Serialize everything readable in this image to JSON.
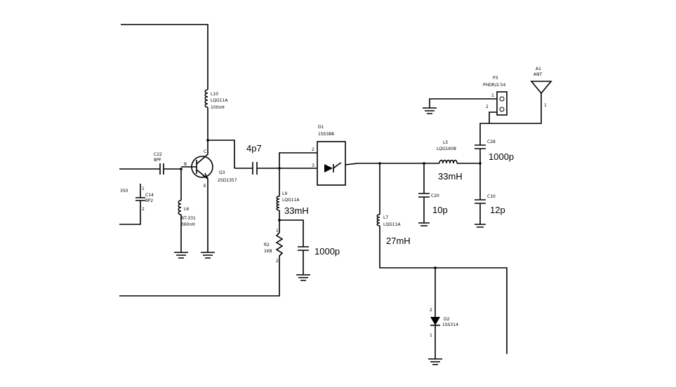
{
  "labels": {
    "c_4p7": "4p7",
    "l_33mH_a": "33mH",
    "c_1000p_a": "1000p",
    "l_27mH": "27mH",
    "l_33mH_b": "33mH",
    "c_10p": "10p",
    "c_1000p_b": "1000p",
    "c_12p": "12p"
  },
  "tiny": {
    "l10": "L10",
    "l10_part": "LQG11A",
    "l10_val": "100nH",
    "c22": "C22",
    "c22_val": "8PF",
    "q3": "Q3",
    "q3_part": "2SD1357",
    "pin_c": "C",
    "pin_b": "B",
    "pin_e": "E",
    "c14": "C14",
    "c14_val": "8P2",
    "l6": "L6",
    "l6_part": "BT-331",
    "l6_val": "360nH",
    "left_cut": "350",
    "d1": "D1",
    "d1_part": "1SS388",
    "l9": "L9",
    "l9_part": "LQG11A",
    "r2": "R2",
    "r2_val": "1K8",
    "l7": "L7",
    "l7_part": "LQG11A",
    "d2": "D2",
    "d2_part": "1SS314",
    "l5": "L5",
    "l5_part": "LQG1608",
    "c20": "C20",
    "c28": "C28",
    "c10": "C10",
    "p3": "P3",
    "p3_part": "PHDR/2.54",
    "a1": "A1",
    "a1_part": "ANT",
    "pin1": "1",
    "pin2": "2"
  }
}
